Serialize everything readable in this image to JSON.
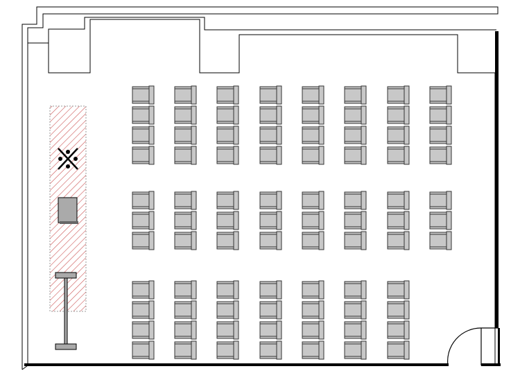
{
  "room": {
    "type": "classroom-floor-plan",
    "seat_blocks": [
      {
        "name": "front-block",
        "columns": 8,
        "rows": 4
      },
      {
        "name": "middle-block",
        "columns": 8,
        "rows": 3
      },
      {
        "name": "back-block",
        "columns": 7,
        "rows": 4
      }
    ],
    "total_seats": 84
  },
  "colors": {
    "wall": "#000000",
    "seat_fill": "#c8c8c8",
    "seat_stroke": "#333333",
    "stage_hatch": "#cc5555",
    "stage_border": "#999999",
    "furniture_fill": "#aaaaaa"
  },
  "stage": {
    "items": [
      "presenter-station-icon",
      "lectern",
      "projector-screen-stand"
    ]
  }
}
